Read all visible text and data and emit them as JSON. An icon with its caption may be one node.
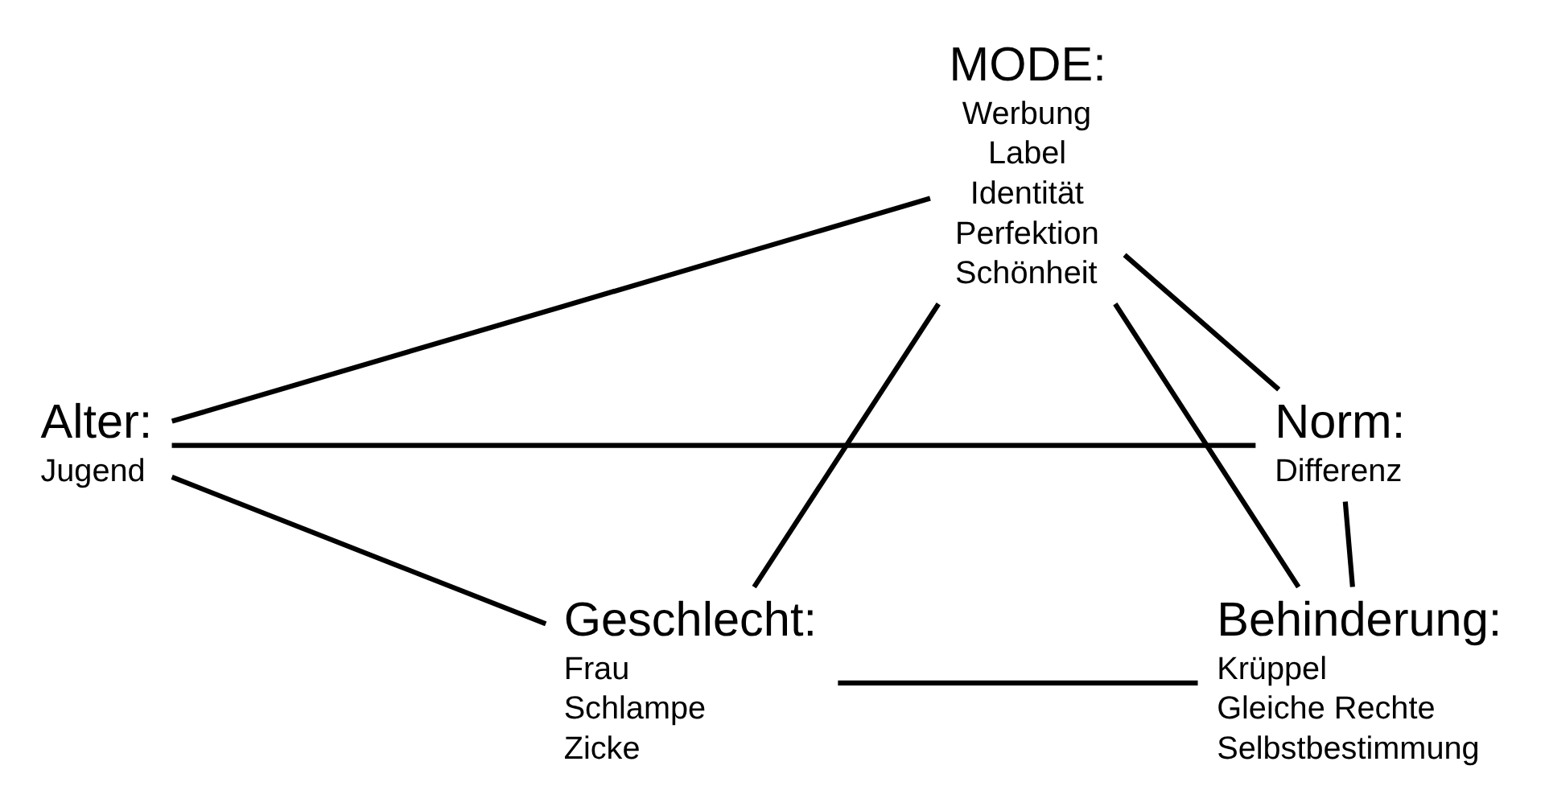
{
  "diagram": {
    "nodes": [
      {
        "text": [
          "Alter:",
          "Jugend"
        ]
      },
      {
        "text": [
          "Norm:",
          "Differenz"
        ]
      },
      {
        "text": [
          "MODE:",
          "Werbung",
          "Label",
          "Identität",
          "Perfektion",
          "Schönheit"
        ]
      },
      {
        "text": [
          "Geschlecht:",
          "Frau",
          "Schlampe",
          "Zicke"
        ]
      },
      {
        "text": [
          "Behinderung:",
          "Krüppel",
          "Gleiche Rechte",
          "Selbstbestimmung"
        ]
      }
    ],
    "edges": [
      {
        "from": 0,
        "to": 1,
        "arrow": "none"
      },
      {
        "from": 0,
        "to": 3,
        "arrow": "none"
      },
      {
        "from": 1,
        "to": 4,
        "arrow": "none"
      },
      {
        "from": 3,
        "to": 4,
        "arrow": "none"
      },
      {
        "from": 2,
        "to": 0,
        "arrow": "none"
      },
      {
        "from": 2,
        "to": 1,
        "arrow": "none"
      },
      {
        "from": 2,
        "to": 3,
        "arrow": "none"
      },
      {
        "from": 2,
        "to": 4,
        "arrow": "none"
      }
    ]
  }
}
